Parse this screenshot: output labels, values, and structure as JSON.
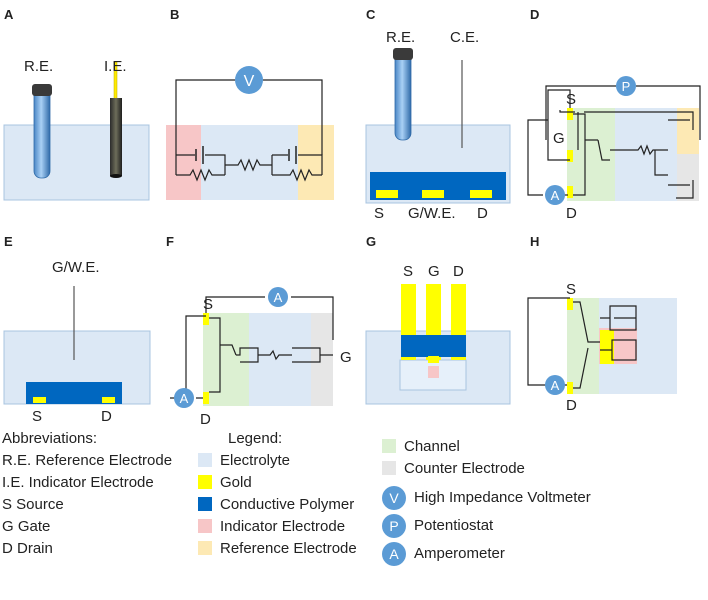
{
  "panels": {
    "A": {
      "letter": "A",
      "re": "R.E.",
      "ie": "I.E."
    },
    "B": {
      "letter": "B",
      "v": "V"
    },
    "C": {
      "letter": "C",
      "re": "R.E.",
      "ce": "C.E.",
      "s": "S",
      "gwe": "G/W.E.",
      "d": "D"
    },
    "D": {
      "letter": "D",
      "s": "S",
      "g": "G",
      "d": "D",
      "p": "P",
      "a": "A"
    },
    "E": {
      "letter": "E",
      "gwe": "G/W.E.",
      "s": "S",
      "d": "D"
    },
    "F": {
      "letter": "F",
      "s": "S",
      "d": "D",
      "g": "G",
      "a": "A"
    },
    "G": {
      "letter": "G",
      "s": "S",
      "g": "G",
      "d": "D"
    },
    "H": {
      "letter": "H",
      "s": "S",
      "d": "D",
      "a": "A"
    }
  },
  "abbreviations": {
    "title": "Abbreviations:",
    "items": [
      "R.E. Reference Electrode",
      "I.E. Indicator Electrode",
      "S Source",
      "G Gate",
      "D Drain"
    ]
  },
  "legend": {
    "title": "Legend:",
    "items": [
      {
        "label": "Electrolyte",
        "color": "#dce8f5"
      },
      {
        "label": "Gold",
        "color": "#ffff00"
      },
      {
        "label": "Conductive Polymer",
        "color": "#0067c0"
      },
      {
        "label": "Indicator Electrode",
        "color": "#f7c6c7"
      },
      {
        "label": "Reference Electrode",
        "color": "#fde9b4"
      }
    ]
  },
  "legend2": {
    "items": [
      {
        "label": "Channel",
        "color": "#dcf0d2"
      },
      {
        "label": "Counter Electrode",
        "color": "#e6e6e6"
      }
    ],
    "icons": [
      {
        "letter": "V",
        "label": "High Impedance Voltmeter"
      },
      {
        "letter": "P",
        "label": "Potentiostat"
      },
      {
        "letter": "A",
        "label": "Amperometer"
      }
    ]
  }
}
